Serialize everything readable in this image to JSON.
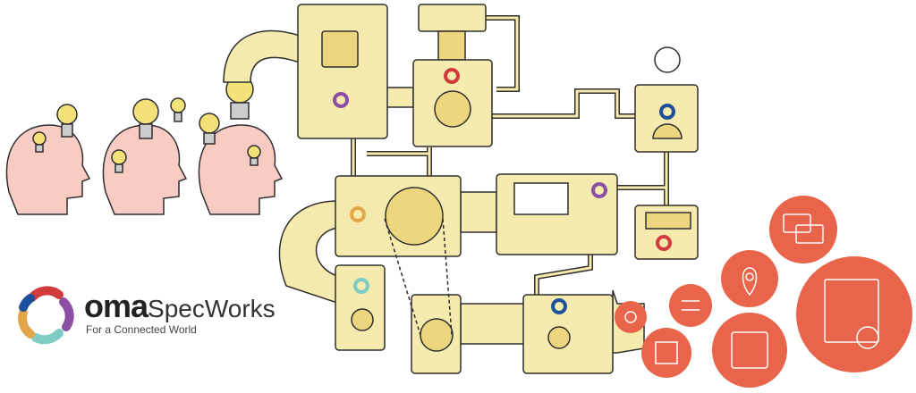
{
  "logo": {
    "brand_bold": "oma",
    "brand_light": "SpecWorks",
    "tagline": "For a Connected World"
  },
  "colors": {
    "machine": "#f6ebaf",
    "machine_dark": "#ecd77f",
    "outline": "#2f2f2f",
    "head": "#f8cbc3",
    "bulb": "#f3e27a",
    "accent": "#e8644a",
    "logo_red": "#d13b3b",
    "logo_purple": "#8a4ea3",
    "logo_blue": "#1c4f9c",
    "logo_teal": "#7fcdc2",
    "logo_orange": "#e3a54a"
  }
}
